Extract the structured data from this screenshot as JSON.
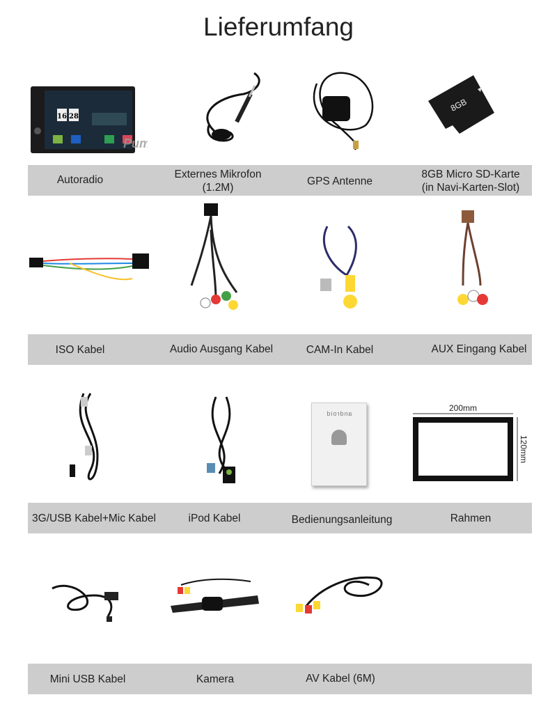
{
  "title": "Lieferumfang",
  "items": [
    {
      "label": "Autoradio",
      "icon": "car-radio-image"
    },
    {
      "label": "Externes Mikrofon",
      "label2": "(1.2M)",
      "icon": "microphone-image"
    },
    {
      "label": "GPS Antenne",
      "icon": "gps-antenna-image"
    },
    {
      "label": "8GB Micro SD-Karte",
      "label2": "(in Navi-Karten-Slot)",
      "icon": "sd-card-image"
    },
    {
      "label": "ISO Kabel",
      "icon": "iso-cable-image"
    },
    {
      "label": "Audio Ausgang Kabel",
      "icon": "audio-output-cable-image"
    },
    {
      "label": "CAM-In Kabel",
      "icon": "cam-in-cable-image"
    },
    {
      "label": "AUX Eingang Kabel",
      "icon": "aux-input-cable-image"
    },
    {
      "label": "3G/USB Kabel+Mic Kabel",
      "icon": "usb-mic-cable-image"
    },
    {
      "label": "iPod Kabel",
      "icon": "ipod-cable-image"
    },
    {
      "label": "Bedienungsanleitung",
      "icon": "manual-image"
    },
    {
      "label": "Rahmen",
      "icon": "frame-image"
    },
    {
      "label": "Mini USB Kabel",
      "icon": "mini-usb-cable-image"
    },
    {
      "label": "Kamera",
      "icon": "camera-image"
    },
    {
      "label": "AV Kabel (6M)",
      "icon": "av-cable-image"
    }
  ],
  "radio": {
    "day1": "16",
    "day2": "28",
    "brand": "Pumpkin"
  },
  "sd_card": {
    "capacity": "8GB"
  },
  "manual": {
    "brand": "android"
  },
  "frame": {
    "width": "200mm",
    "height": "120mm"
  }
}
